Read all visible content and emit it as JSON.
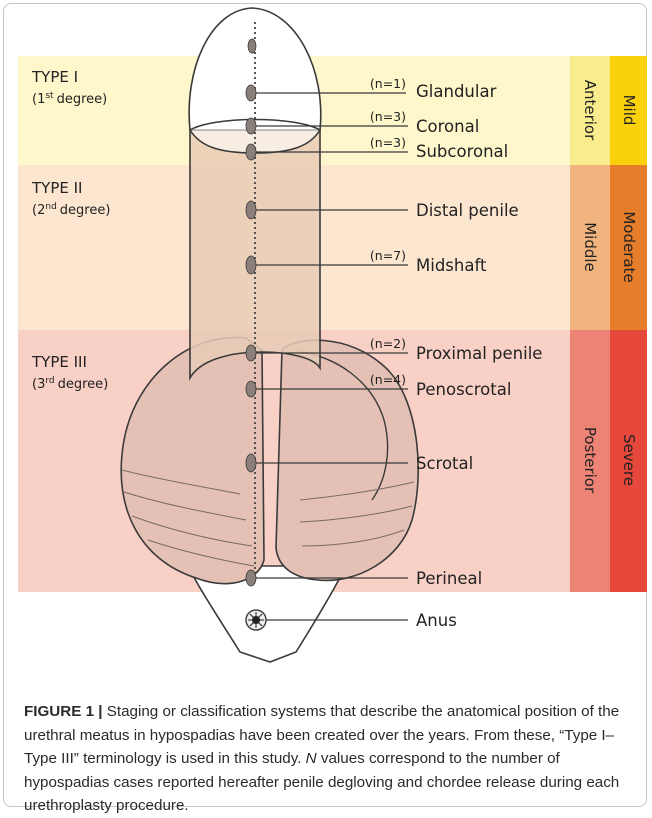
{
  "types": [
    {
      "title": "TYPE I",
      "degree_num": "1",
      "degree_sup": "st",
      "degree_word": "degree"
    },
    {
      "title": "TYPE II",
      "degree_num": "2",
      "degree_sup": "nd",
      "degree_word": "degree"
    },
    {
      "title": "TYPE III",
      "degree_num": "3",
      "degree_sup": "rd",
      "degree_word": "degree"
    }
  ],
  "locations": [
    {
      "label": "Glandular",
      "n": "(n=1)"
    },
    {
      "label": "Coronal",
      "n": "(n=3)"
    },
    {
      "label": "Subcoronal",
      "n": "(n=3)"
    },
    {
      "label": "Distal penile",
      "n": ""
    },
    {
      "label": "Midshaft",
      "n": "(n=7)"
    },
    {
      "label": "Proximal penile",
      "n": "(n=2)"
    },
    {
      "label": "Penoscrotal",
      "n": "(n=4)"
    },
    {
      "label": "Scrotal",
      "n": ""
    },
    {
      "label": "Perineal",
      "n": ""
    },
    {
      "label": "Anus",
      "n": ""
    }
  ],
  "positions": [
    "Anterior",
    "Middle",
    "Posterior"
  ],
  "severity": [
    "Mild",
    "Moderate",
    "Severe"
  ],
  "colors": {
    "type1_band": "#fdf7cb",
    "type2_band": "#fde6d0",
    "type3_band": "#f8d0c6",
    "anterior": "#f8ec8c",
    "middle": "#f2b47e",
    "posterior": "#ec8374",
    "mild": "#fbd10d",
    "moderate": "#e57d2a",
    "severe": "#e7483c"
  },
  "caption": {
    "figure_label": "FIGURE 1 |",
    "text_before_n": " Staging or classification systems that describe the anatomical position of the urethral meatus in hypospadias have been created over the years. From these, “Type I–Type III” terminology is used in this study. ",
    "n_symbol": "N",
    "text_after_n": " values correspond to the number of hypospadias cases reported hereafter penile degloving and chordee release during each urethroplasty procedure."
  }
}
